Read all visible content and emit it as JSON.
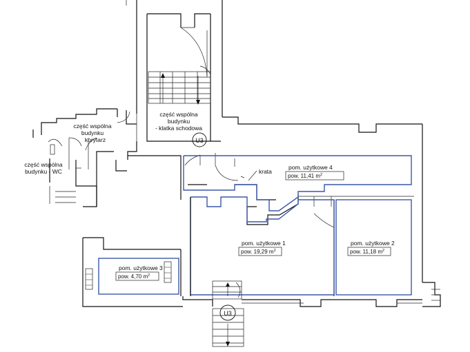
{
  "plan": {
    "labels": {
      "stairwell_line1": "część wspólna",
      "stairwell_line2": "budynku",
      "stairwell_line3": "- klatka schodowa",
      "corridor_line1": "część wspólna",
      "corridor_line2": "budynku",
      "corridor_line3": "korytarz",
      "wc_line1": "część wspólna",
      "wc_line2": "budynku - WC",
      "grate": "krata",
      "stair_marker_top": "U3",
      "stair_marker_bottom": "U3"
    },
    "rooms": [
      {
        "name": "pom. użytkowe 4",
        "area": "pow. 11,41 m",
        "unit_sup": "2"
      },
      {
        "name": "pom. użytkowe 1",
        "area": "pow. 19,29 m",
        "unit_sup": "2"
      },
      {
        "name": "pom. użytkowe 2",
        "area": "pow. 11,18 m",
        "unit_sup": "2"
      },
      {
        "name": "pom. użytkowe 3",
        "area": "pow. 4,70 m",
        "unit_sup": "2"
      }
    ],
    "colors": {
      "wall": "#111111",
      "unit_outline": "#3b57a8",
      "background": "#ffffff"
    }
  }
}
